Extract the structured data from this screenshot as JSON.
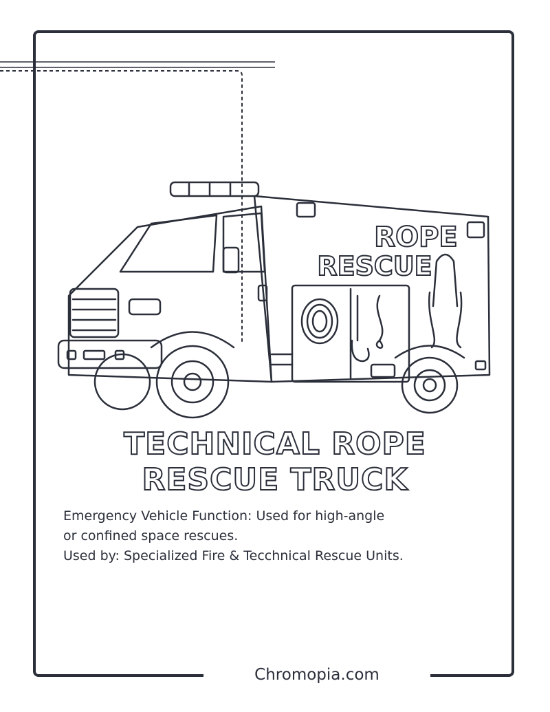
{
  "truck_art": {
    "side_text_line1": "ROPE",
    "side_text_line2": "RESCUE"
  },
  "title": {
    "line1": "TECHNICAL ROPE",
    "line2": "RESCUE TRUCK"
  },
  "description": {
    "line1": "Emergency Vehicle Function: Used for high-angle",
    "line2": "or confined space rescues.",
    "line3": "Used by: Specialized Fire & Tecchnical Rescue Units."
  },
  "footer": {
    "site": "Chromopia.com"
  },
  "colors": {
    "ink": "#2b2f3a",
    "background": "#ffffff"
  }
}
